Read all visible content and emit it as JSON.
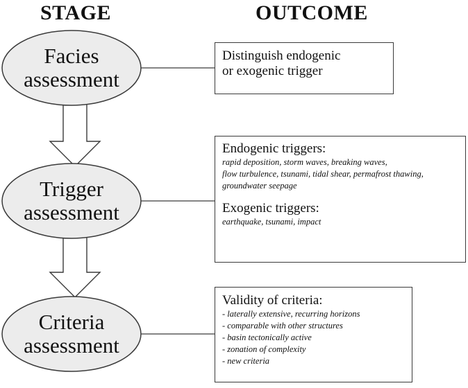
{
  "headers": {
    "stage": "STAGE",
    "outcome": "OUTCOME"
  },
  "stages": [
    {
      "line1": "Facies",
      "line2": "assessment"
    },
    {
      "line1": "Trigger",
      "line2": "assessment"
    },
    {
      "line1": "Criteria",
      "line2": "assessment"
    }
  ],
  "outcomes": {
    "facies": {
      "line1": "Distinguish endogenic",
      "line2": "or exogenic trigger"
    },
    "trigger": {
      "endogenic_title": "Endogenic triggers:",
      "endogenic_lines": [
        "rapid deposition, storm waves, breaking waves,",
        "flow turbulence, tsunami, tidal shear, permafrost thawing,",
        "groundwater seepage"
      ],
      "exogenic_title": "Exogenic triggers:",
      "exogenic_lines": [
        "earthquake, tsunami, impact"
      ]
    },
    "criteria": {
      "title": "Validity of criteria:",
      "items": [
        "- laterally extensive, recurring horizons",
        "- comparable with other structures",
        "- basin tectonically active",
        "- zonation of complexity",
        "- new criteria"
      ]
    }
  },
  "colors": {
    "ellipse_fill": "#ececec",
    "stroke": "#3a3a3a",
    "text": "#111111"
  }
}
